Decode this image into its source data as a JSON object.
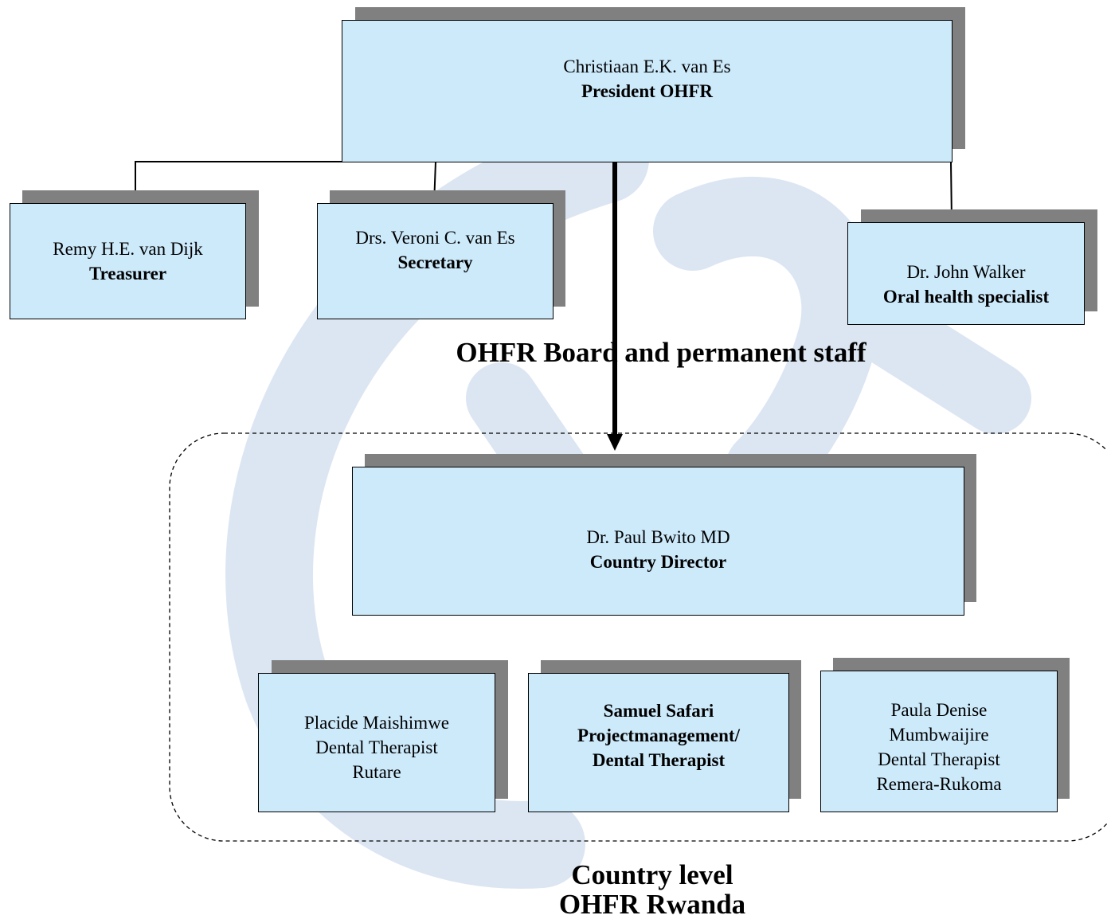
{
  "board": {
    "president": {
      "name": "Christiaan E.K. van Es",
      "role": "President OHFR"
    },
    "treasurer": {
      "name": "Remy H.E. van Dijk",
      "role": "Treasurer"
    },
    "secretary": {
      "name": "Drs. Veroni C. van Es",
      "role": "Secretary"
    },
    "specialist": {
      "name": "Dr. John Walker",
      "role": "Oral health specialist"
    },
    "heading": "OHFR Board and permanent staff"
  },
  "country": {
    "director": {
      "name": "Dr. Paul Bwito MD",
      "role": "Country Director"
    },
    "placide": {
      "line1": "Placide Maishimwe",
      "line2": "Dental Therapist",
      "line3": "Rutare"
    },
    "samuel": {
      "line1": "Samuel Safari",
      "line2": "Projectmanagement/",
      "line3": "Dental Therapist"
    },
    "paula": {
      "line1": "Paula Denise",
      "line2": "Mumbwaijire",
      "line3": "Dental Therapist",
      "line4": "Remera-Rukoma"
    },
    "heading_line1": "Country level",
    "heading_line2": "OHFR Rwanda"
  },
  "colors": {
    "box_fill": "#cdeafb",
    "shadow": "#808080",
    "watermark": "#dce6f2"
  }
}
